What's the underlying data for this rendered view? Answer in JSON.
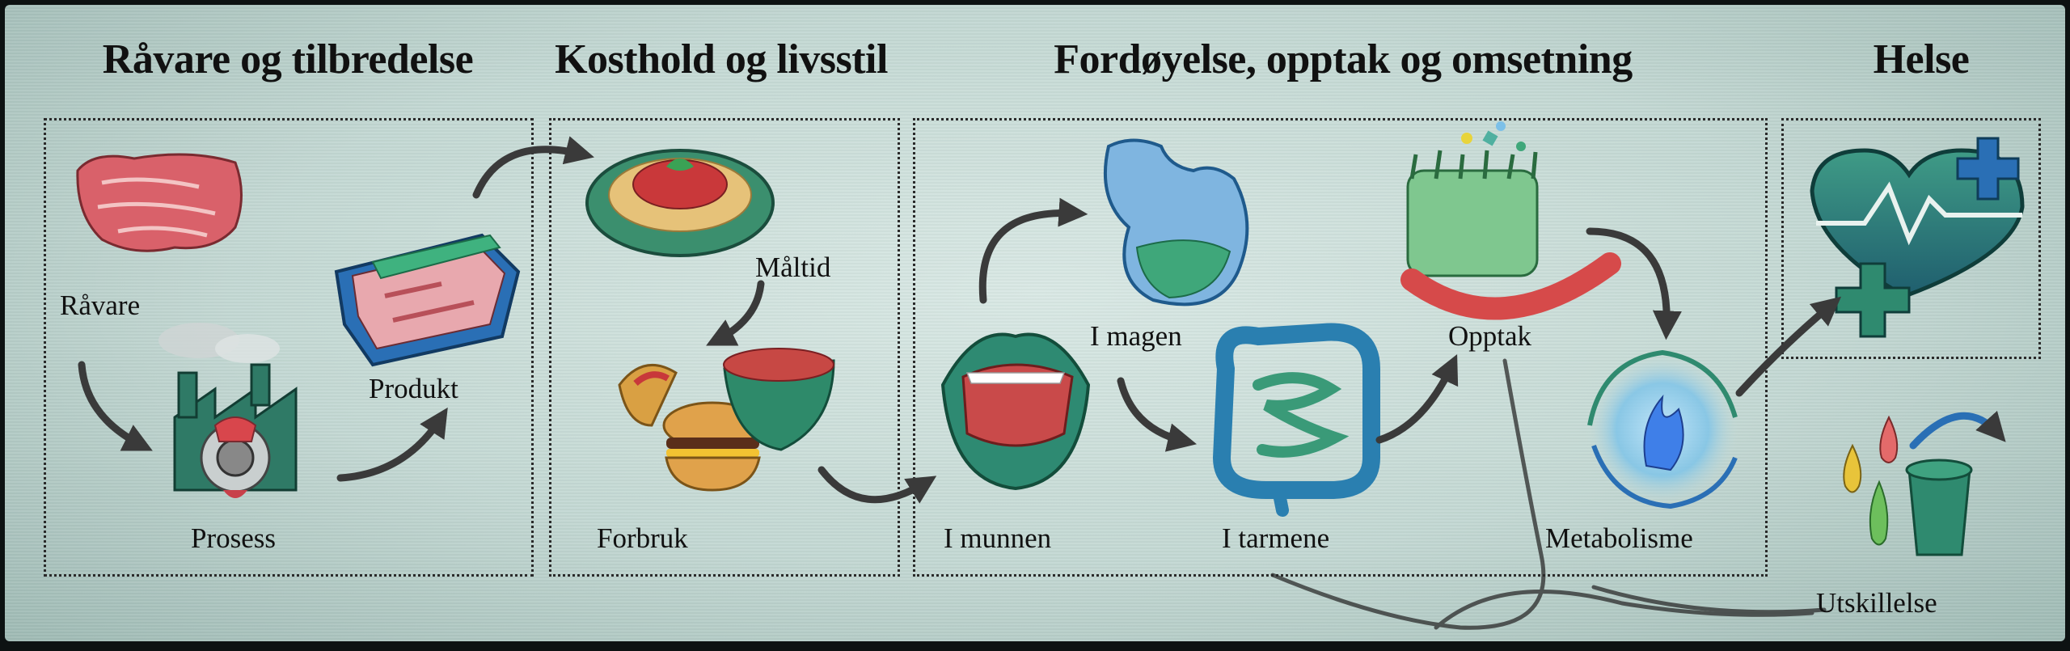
{
  "sections": {
    "raw_material": {
      "title": "Råvare og tilbredelse"
    },
    "diet": {
      "title": "Kosthold og livsstil"
    },
    "digestion": {
      "title": "Fordøyelse, opptak og omsetning"
    },
    "health": {
      "title": "Helse"
    }
  },
  "stages": {
    "ravare": "Råvare",
    "prosess": "Prosess",
    "produkt": "Produkt",
    "maltid": "Måltid",
    "forbruk": "Forbruk",
    "i_munnen": "I munnen",
    "i_magen": "I magen",
    "i_tarmene": "I tarmene",
    "opptak": "Opptak",
    "metabolisme": "Metabolisme",
    "utskillelse": "Utskillelse"
  },
  "colors": {
    "accent_green": "#2f8a6f",
    "dark_green": "#1f5e4f",
    "blue": "#2a6fb5",
    "meat_red": "#c8504f"
  }
}
